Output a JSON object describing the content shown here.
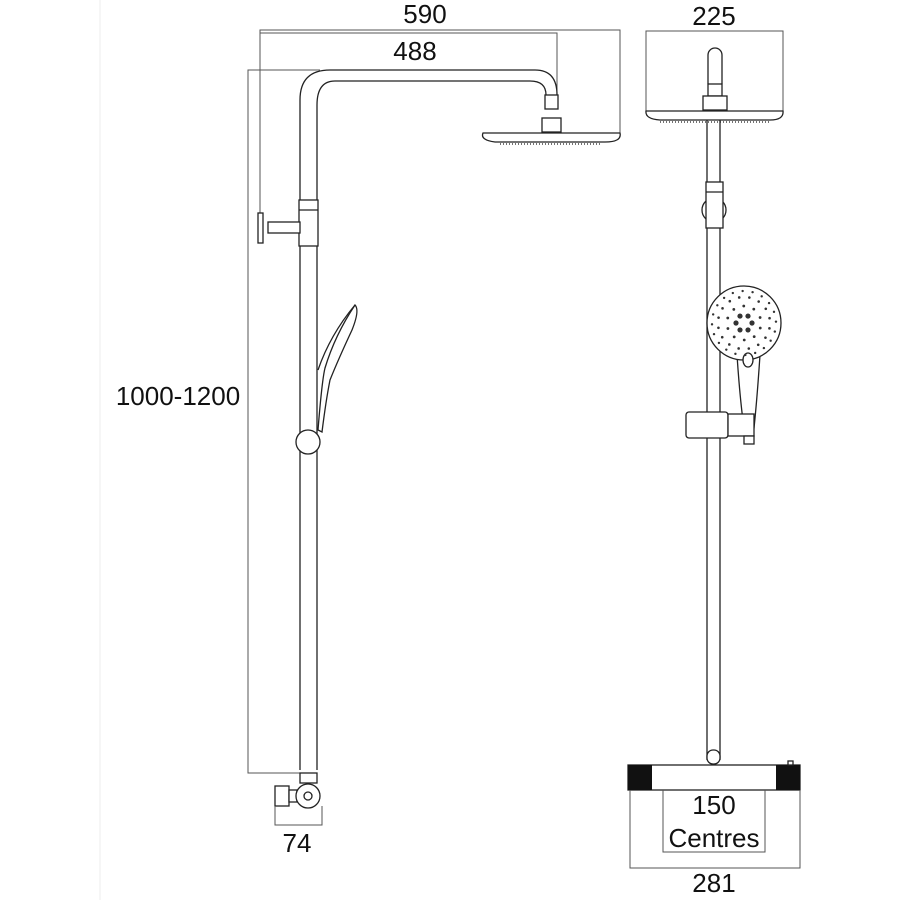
{
  "dimensions": {
    "overall_projection": "590",
    "arm_projection": "488",
    "head_diameter": "225",
    "height_range": "1000-1200",
    "inlet_projection": "74",
    "inlet_centres_value": "150",
    "inlet_centres_label": "Centres",
    "valve_width": "281"
  },
  "colors": {
    "line": "#222222",
    "dimension": "#555555",
    "valve_end": "#111111"
  }
}
